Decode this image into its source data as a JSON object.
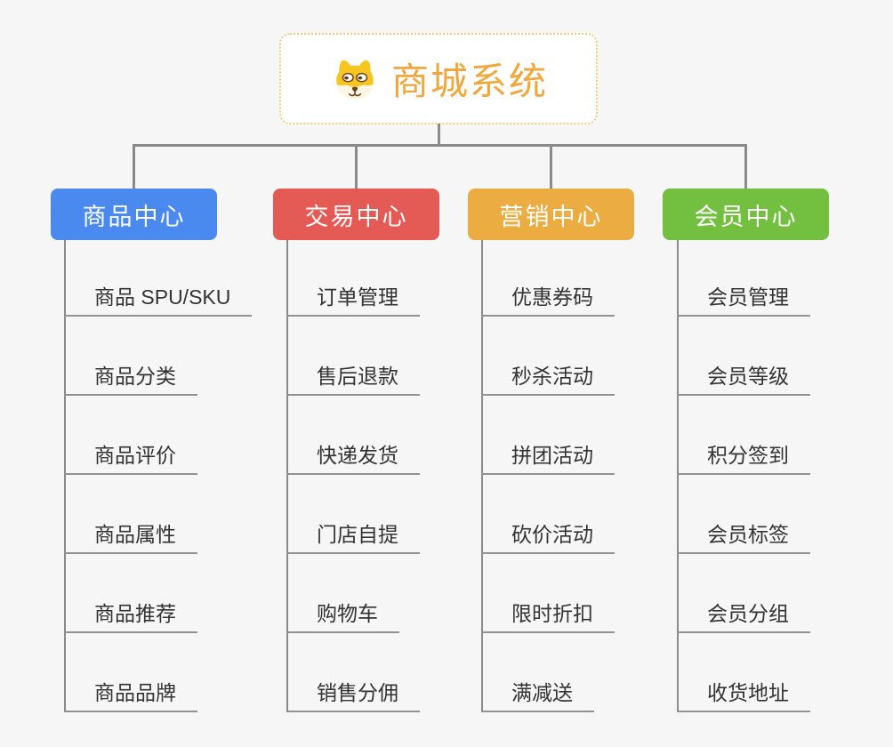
{
  "root": {
    "label": "商城系统",
    "icon": "dog-icon"
  },
  "branches": [
    {
      "label": "商品中心",
      "color": "#4A89EE",
      "children": [
        "商品 SPU/SKU",
        "商品分类",
        "商品评价",
        "商品属性",
        "商品推荐",
        "商品品牌"
      ]
    },
    {
      "label": "交易中心",
      "color": "#E45A55",
      "children": [
        "订单管理",
        "售后退款",
        "快递发货",
        "门店自提",
        "购物车",
        "销售分佣"
      ]
    },
    {
      "label": "营销中心",
      "color": "#EBAC41",
      "children": [
        "优惠券码",
        "秒杀活动",
        "拼团活动",
        "砍价活动",
        "限时折扣",
        "满减送"
      ]
    },
    {
      "label": "会员中心",
      "color": "#73BF3F",
      "children": [
        "会员管理",
        "会员等级",
        "积分签到",
        "会员标签",
        "会员分组",
        "收货地址"
      ]
    }
  ],
  "colors": {
    "background": "#F6F6F6",
    "connector": "#8A8A8A",
    "underline": "#929292",
    "item_text": "#333333",
    "root_text": "#F0A83C",
    "root_border": "#F5C87E",
    "root_background": "#FFFFFF",
    "branch_text": "#FFFFFF"
  }
}
